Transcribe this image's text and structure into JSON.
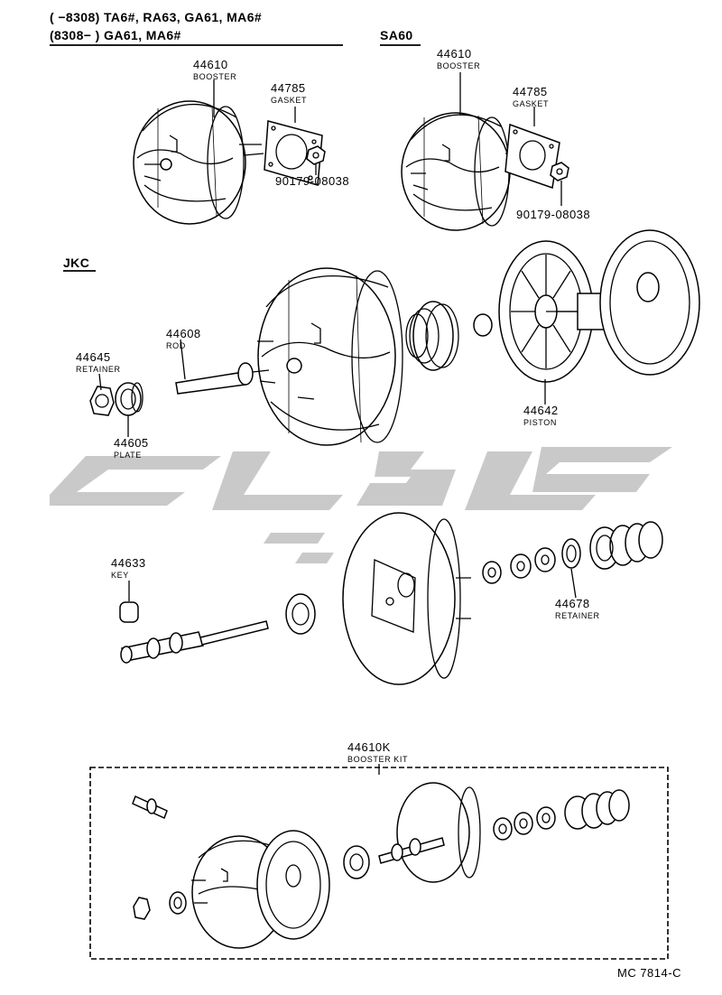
{
  "header": {
    "line1": "(      −8308) TA6#, RA63, GA61, MA6#",
    "line2": "(8308−      ) GA61, MA6#",
    "sa60": "SA60",
    "jkc": "JKC"
  },
  "parts": {
    "booster_left": {
      "number": "44610",
      "name": "BOOSTER"
    },
    "gasket_left": {
      "number": "44785",
      "name": "GASKET"
    },
    "nut_left": {
      "number": "90179-08038"
    },
    "booster_right": {
      "number": "44610",
      "name": "BOOSTER"
    },
    "gasket_right": {
      "number": "44785",
      "name": "GASKET"
    },
    "nut_right": {
      "number": "90179-08038"
    },
    "rod": {
      "number": "44608",
      "name": "ROD"
    },
    "retainer_a": {
      "number": "44645",
      "name": "RETAINER"
    },
    "plate": {
      "number": "44605",
      "name": "PLATE"
    },
    "piston": {
      "number": "44642",
      "name": "PISTON"
    },
    "key": {
      "number": "44633",
      "name": "KEY"
    },
    "retainer_b": {
      "number": "44678",
      "name": "RETAINER"
    },
    "kit": {
      "number": "44610K",
      "name": "BOOSTER KIT"
    }
  },
  "footer": {
    "code": "MC  7814-C"
  },
  "watermark": {
    "color": "#c8c8c8"
  }
}
